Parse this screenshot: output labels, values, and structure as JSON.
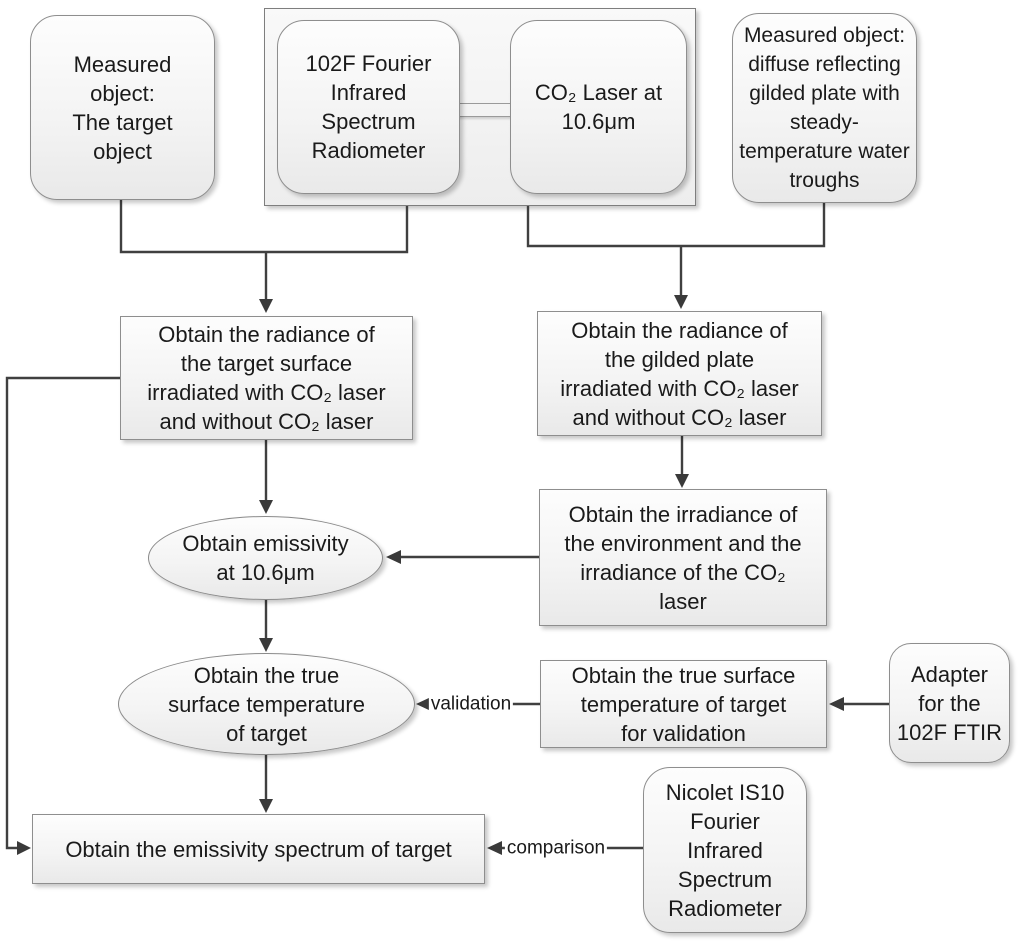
{
  "diagram": {
    "colors": {
      "node_border": "#8e8e8e",
      "node_fill_top": "#fdfdfd",
      "node_fill_bottom": "#e9e9e9",
      "connector_line": "#404040",
      "text": "#1a1a1a",
      "background": "#ffffff"
    },
    "nodes": {
      "measured_target": {
        "shape": "rounded",
        "label": "Measured\nobject:\nThe target\nobject"
      },
      "radiometer_102f": {
        "shape": "rounded",
        "label": "102F Fourier\nInfrared\nSpectrum\nRadiometer"
      },
      "co2_laser": {
        "shape": "rounded",
        "label": "CO₂ Laser at\n10.6μm"
      },
      "measured_gilded": {
        "shape": "rounded",
        "label": "Measured object:\ndiffuse reflecting\ngilded plate with\nsteady-\ntemperature water\ntroughs"
      },
      "radiance_target": {
        "shape": "rect",
        "label": "Obtain the radiance of\nthe target surface\nirradiated with CO₂ laser\nand without CO₂ laser"
      },
      "radiance_gilded": {
        "shape": "rect",
        "label": "Obtain the radiance of\nthe gilded plate\nirradiated with CO₂ laser\nand without CO₂ laser"
      },
      "irradiance_env": {
        "shape": "rect",
        "label": "Obtain the irradiance of\nthe environment and the\nirradiance of the CO₂\nlaser"
      },
      "emissivity_point": {
        "shape": "ellipse",
        "label": "Obtain emissivity\nat 10.6μm"
      },
      "true_temperature": {
        "shape": "ellipse",
        "label": "Obtain the true\nsurface temperature\nof target"
      },
      "true_temperature_validation": {
        "shape": "rect",
        "label": "Obtain the true surface\ntemperature of target\nfor validation"
      },
      "adapter_ftir": {
        "shape": "rounded",
        "label": "Adapter\nfor the\n102F FTIR"
      },
      "emissivity_spectrum": {
        "shape": "rect",
        "label": "Obtain the emissivity spectrum of target"
      },
      "nicolet": {
        "shape": "rounded",
        "label": "Nicolet IS10\nFourier\nInfrared\nSpectrum\nRadiometer"
      }
    },
    "edge_labels": {
      "validation": "validation",
      "comparison": "comparison"
    }
  }
}
